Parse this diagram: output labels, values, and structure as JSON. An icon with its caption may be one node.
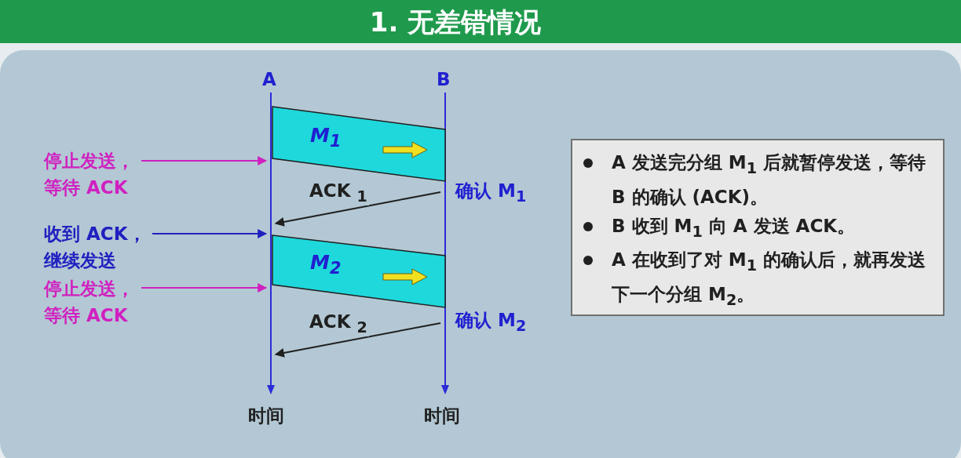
{
  "diagram": {
    "title": "1. 无差错情况",
    "nodes": [
      {
        "text": [],
        "shape": "bar",
        "beside": [
          "A",
          "时间"
        ]
      },
      {
        "text": [],
        "shape": "bar",
        "beside": [
          "B",
          "时间"
        ]
      },
      {
        "text": [
          "M$_{1}$"
        ]
      },
      {
        "text": [
          "M$_{2}$"
        ]
      },
      {
        "text": [
          "停止发送，等待 ACK"
        ]
      },
      {
        "text": [
          "收到 ACK，继续发送"
        ]
      },
      {
        "text": [
          "停止发送，等待 ACK"
        ]
      },
      {
        "text": [
          "A 发送完分组 M$_{1}$ 后就暂停发送，等待 B 的确认 (ACK)。",
          "B 收到 M$_{1}$ 向 A 发送 ACK。",
          "A 在收到了对 M$_{1}$ 的确认后，就再发送下一个分组 M$_{2}$。"
        ]
      }
    ],
    "edges": [
      {
        "from": 1,
        "to": 0,
        "arrow": "to",
        "label": "ACK $_{1}$",
        "color": "#202020"
      },
      {
        "from": 1,
        "to": 0,
        "arrow": "to",
        "label": "ACK $_{2}$",
        "color": "#202020"
      },
      {
        "from": 4,
        "to": 0,
        "arrow": "to",
        "color": "#d020c0"
      },
      {
        "from": 5,
        "to": 0,
        "arrow": "to",
        "color": "#2020c0"
      },
      {
        "from": 6,
        "to": 0,
        "arrow": "to",
        "color": "#d020c0"
      }
    ],
    "labels": [
      "确认 M$_{1}$",
      "确认 M$_{2}$"
    ]
  }
}
